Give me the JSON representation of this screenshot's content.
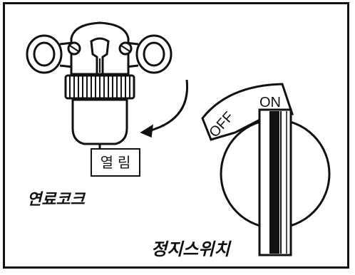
{
  "labels": {
    "fuel_cock": "연료코크",
    "open": "열림",
    "stop_switch": "정지스위치",
    "switch_off": "OFF",
    "switch_on": "ON"
  },
  "colors": {
    "line": "#111111",
    "background": "#ffffff"
  }
}
